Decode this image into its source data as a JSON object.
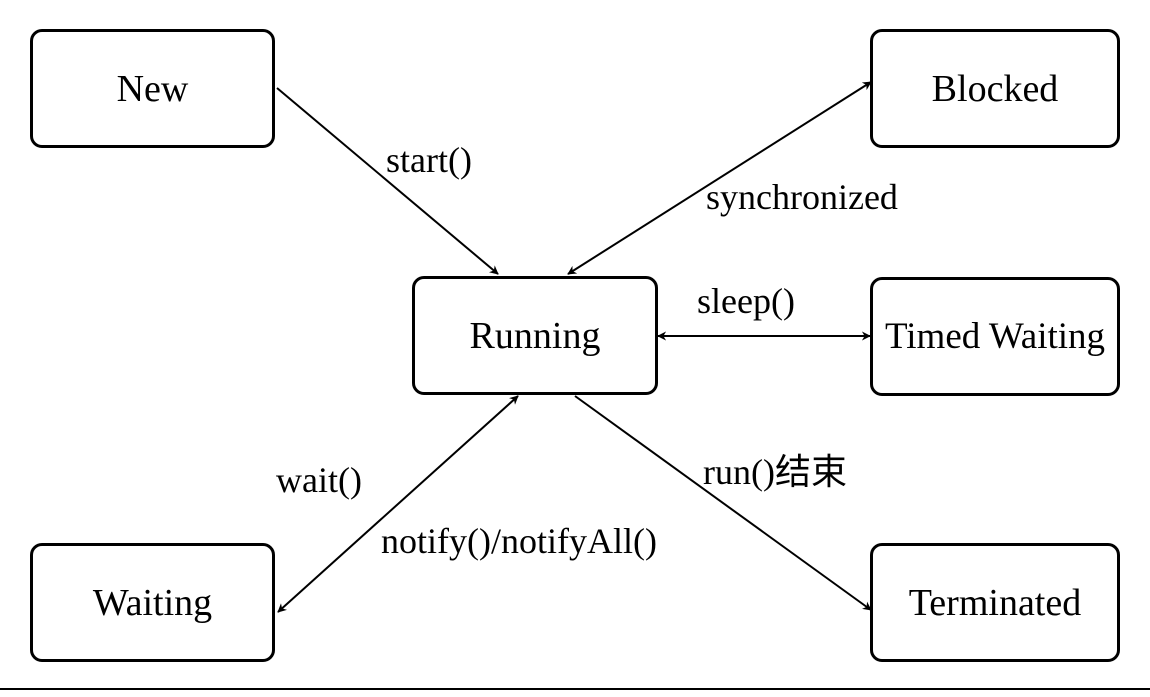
{
  "states": {
    "new": "New",
    "blocked": "Blocked",
    "running": "Running",
    "timed_waiting": "Timed Waiting",
    "waiting": "Waiting",
    "terminated": "Terminated"
  },
  "transitions": {
    "start": "start()",
    "synchronized": "synchronized",
    "sleep": "sleep()",
    "wait": "wait()",
    "notify": "notify()/notifyAll()",
    "run_end": "run()结束"
  },
  "colors": {
    "stroke": "#000000",
    "background": "#ffffff"
  }
}
